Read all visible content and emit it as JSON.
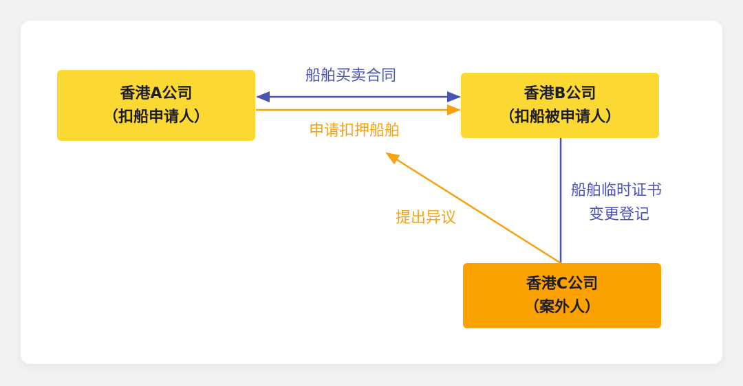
{
  "nodes": {
    "a": {
      "name": "香港A公司",
      "role": "（扣船申请人）"
    },
    "b": {
      "name": "香港B公司",
      "role": "（扣船被申请人）"
    },
    "c": {
      "name": "香港C公司",
      "role": "（案外人）"
    }
  },
  "edges": {
    "contract": {
      "label": "船舶买卖合同",
      "color": "#4a53b4"
    },
    "arrest": {
      "label": "申请扣押船舶",
      "color": "#f7a20f"
    },
    "certificate": {
      "label_line1": "船舶临时证书",
      "label_line2": "变更登记",
      "color": "#4a53b4"
    },
    "objection": {
      "label": "提出异议",
      "color": "#f7a20f"
    }
  }
}
